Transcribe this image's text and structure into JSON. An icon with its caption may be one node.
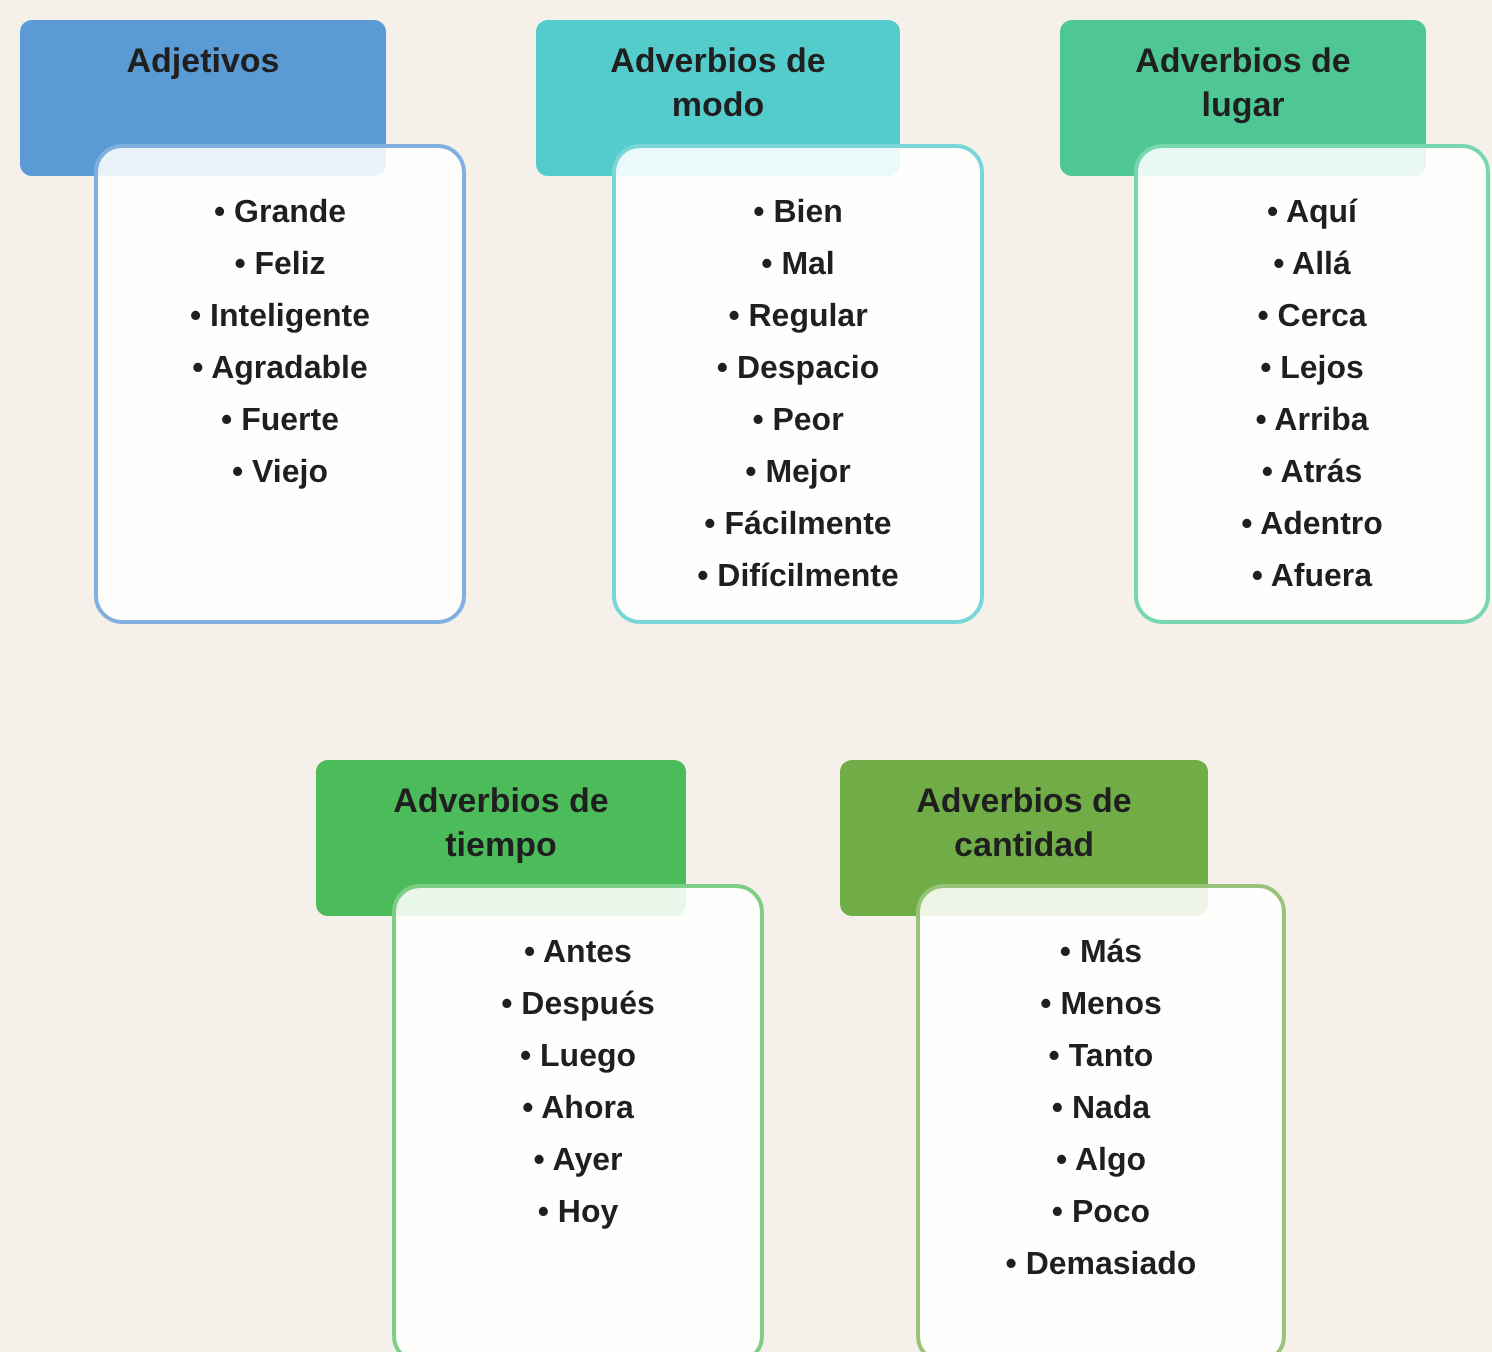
{
  "diagram": {
    "nodes": [
      {
        "text": [
          "Adjetivos"
        ]
      },
      {
        "text": [
          "• Grande",
          "• Feliz",
          "• Inteligente",
          "• Agradable",
          "• Fuerte",
          "• Viejo"
        ]
      },
      {
        "text": [
          "Adverbios de modo"
        ]
      },
      {
        "text": [
          "• Bien",
          "• Mal",
          "• Regular",
          "• Despacio",
          "• Peor",
          "• Mejor",
          "• Fácilmente",
          "• Difícilmente"
        ]
      },
      {
        "text": [
          "Adverbios de lugar"
        ]
      },
      {
        "text": [
          "• Aquí",
          "• Allá",
          "• Cerca",
          "• Lejos",
          "• Arriba",
          "• Atrás",
          "• Adentro",
          "• Afuera"
        ]
      },
      {
        "text": [
          "Adverbios de tiempo"
        ]
      },
      {
        "text": [
          "• Antes",
          "• Después",
          "• Luego",
          "• Ahora",
          "• Ayer",
          "• Hoy"
        ]
      },
      {
        "text": [
          "Adverbios de cantidad"
        ]
      },
      {
        "text": [
          "• Más",
          "• Menos",
          "• Tanto",
          "• Nada",
          "• Algo",
          "• Poco",
          "• Demasiado"
        ]
      }
    ]
  }
}
